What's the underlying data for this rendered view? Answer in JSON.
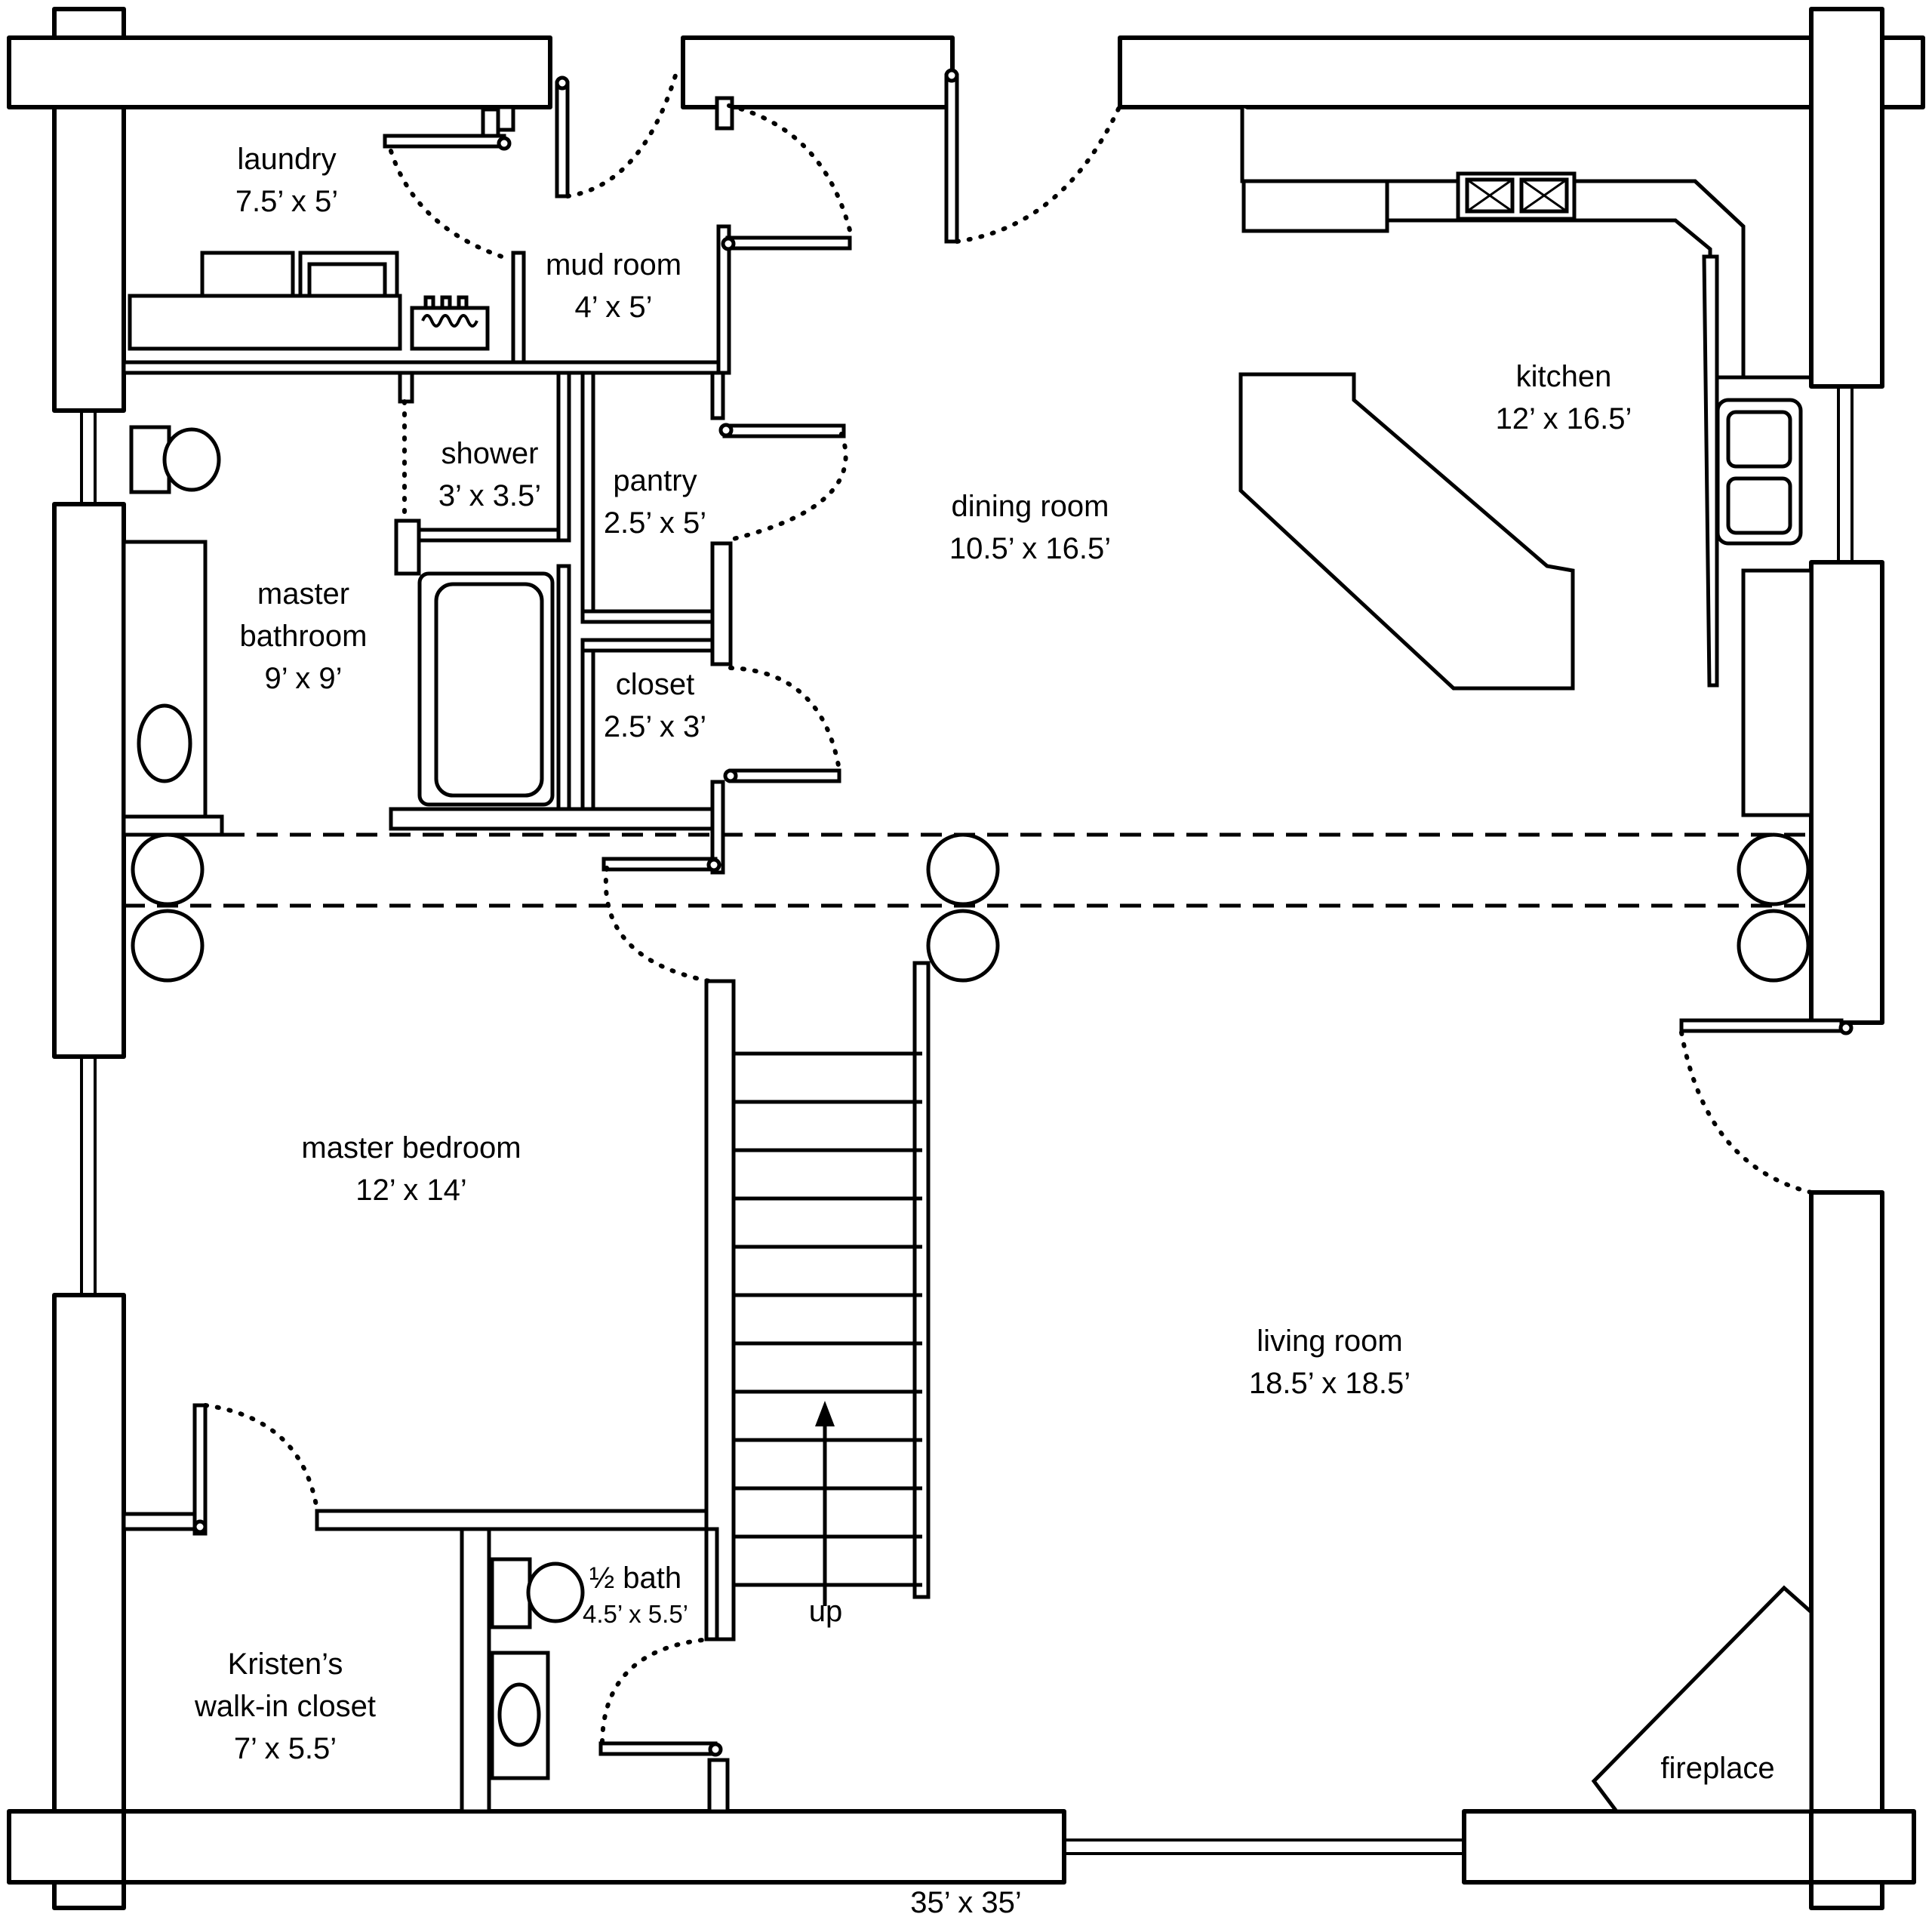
{
  "rooms": {
    "laundry": {
      "name": "laundry",
      "size": "7.5’ x 5’"
    },
    "mud_room": {
      "name": "mud room",
      "size": "4’ x 5’"
    },
    "kitchen": {
      "name": "kitchen",
      "size": "12’ x 16.5’"
    },
    "shower": {
      "name": "shower",
      "size": "3’ x 3.5’"
    },
    "pantry": {
      "name": "pantry",
      "size": "2.5’ x 5’"
    },
    "dining_room": {
      "name": "dining room",
      "size": "10.5’ x 16.5’"
    },
    "master_bathroom": {
      "name_line1": "master",
      "name_line2": "bathroom",
      "size": "9’ x 9’"
    },
    "closet": {
      "name": "closet",
      "size": "2.5’ x 3’"
    },
    "master_bedroom": {
      "name": "master bedroom",
      "size": "12’ x 14’"
    },
    "living_room": {
      "name": "living room",
      "size": "18.5’ x 18.5’"
    },
    "half_bath": {
      "name": "½ bath",
      "size": "4.5’ x 5.5’"
    },
    "walk_in_closet": {
      "name_line1": "Kristen’s",
      "name_line2": "walk-in closet",
      "size": "7’ x 5.5’"
    },
    "fireplace": {
      "name": "fireplace"
    }
  },
  "stairs": {
    "label": "up"
  },
  "overall_size": "35’ x 35’"
}
